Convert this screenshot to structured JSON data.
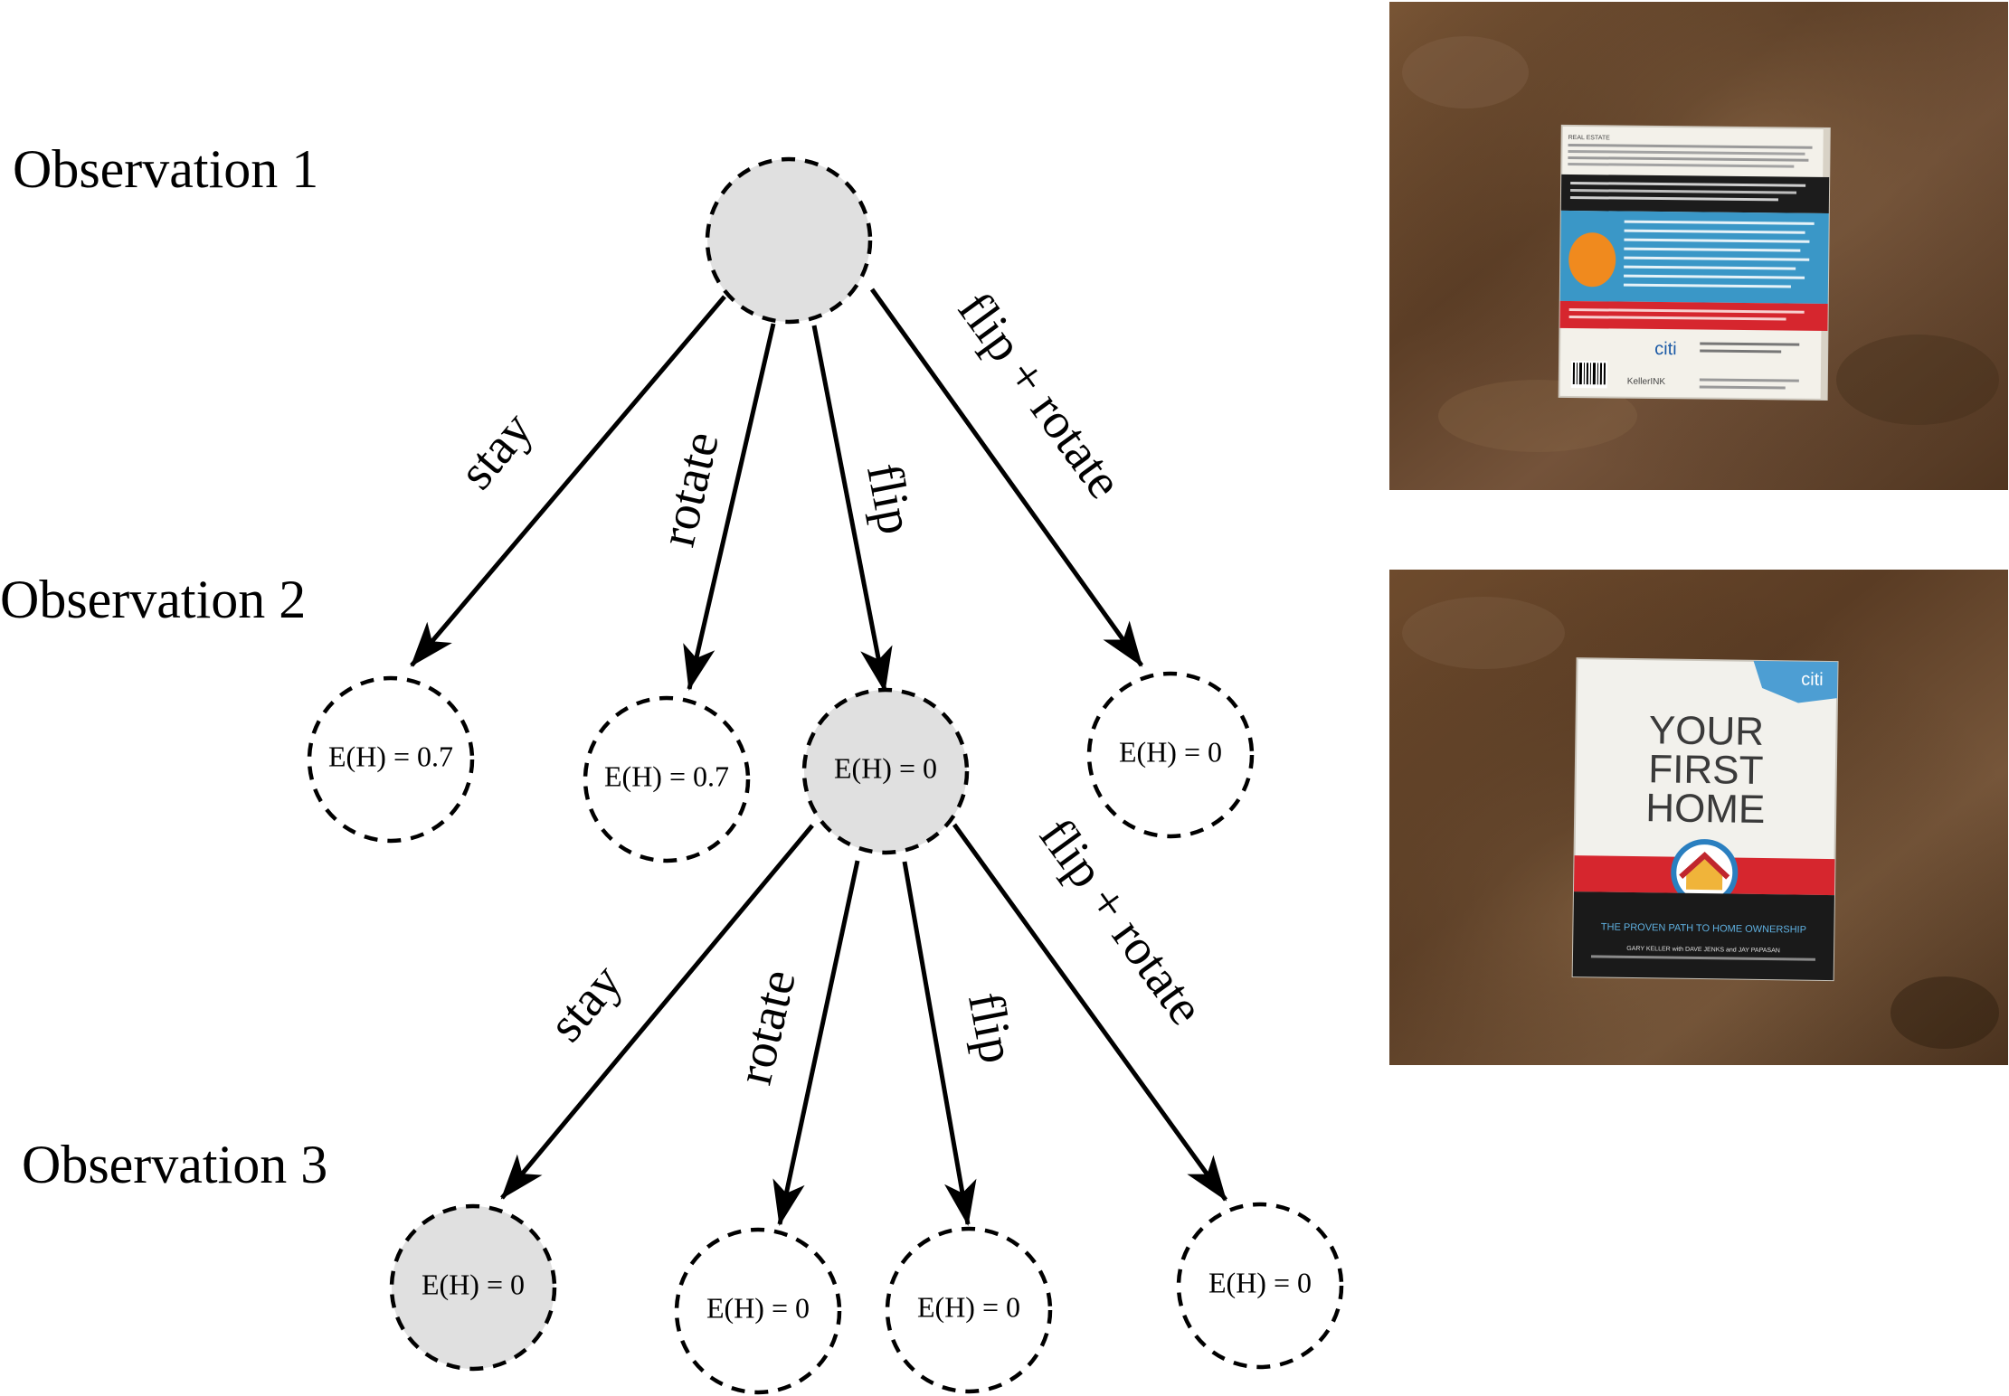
{
  "levels": [
    {
      "label": "Observation 1"
    },
    {
      "label": "Observation 2"
    },
    {
      "label": "Observation 3"
    }
  ],
  "nodes": {
    "root": {
      "label": "",
      "highlighted": true
    },
    "l2": [
      {
        "label": "E(H) = 0.7",
        "highlighted": false
      },
      {
        "label": "E(H) = 0.7",
        "highlighted": false
      },
      {
        "label": "E(H) = 0",
        "highlighted": true
      },
      {
        "label": "E(H) = 0",
        "highlighted": false
      }
    ],
    "l3": [
      {
        "label": "E(H) = 0",
        "highlighted": true
      },
      {
        "label": "E(H) = 0",
        "highlighted": false
      },
      {
        "label": "E(H) = 0",
        "highlighted": false
      },
      {
        "label": "E(H) = 0",
        "highlighted": false
      }
    ]
  },
  "actions": {
    "upper": [
      "stay",
      "rotate",
      "flip",
      "flip + rotate"
    ],
    "lower": [
      "stay",
      "rotate",
      "flip",
      "flip + rotate"
    ]
  },
  "colors": {
    "highlighted_node": "#e0e0e0",
    "plain_node": "#ffffff",
    "edge": "#000000",
    "countertop": "#6b4a2c"
  },
  "photos": {
    "top": {
      "subject": "book-back-cover-photo",
      "label_small": "REAL ESTATE",
      "brand": "citi",
      "publisher": "KellerINK"
    },
    "bottom": {
      "subject": "book-front-cover-photo",
      "title_lines": [
        "YOUR",
        "FIRST",
        "HOME"
      ],
      "subtitle": "THE PROVEN PATH TO HOME OWNERSHIP",
      "brand": "citi",
      "authors": "GARY KELLER with DAVE JENKS and JAY PAPASAN"
    }
  }
}
